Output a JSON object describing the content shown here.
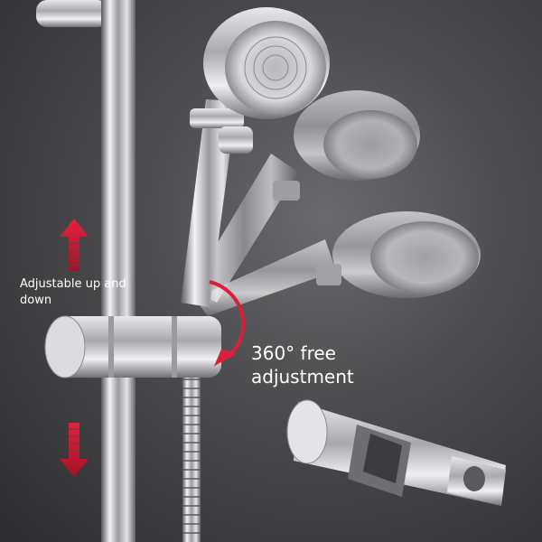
{
  "labels": {
    "vertical_adjust": "Adjustable up and down",
    "rotation_line1": "360° free",
    "rotation_line2": "adjustment"
  },
  "colors": {
    "background": "#4a4a4c",
    "accent_red": "#d8203a",
    "chrome": "#c8c8cc"
  }
}
